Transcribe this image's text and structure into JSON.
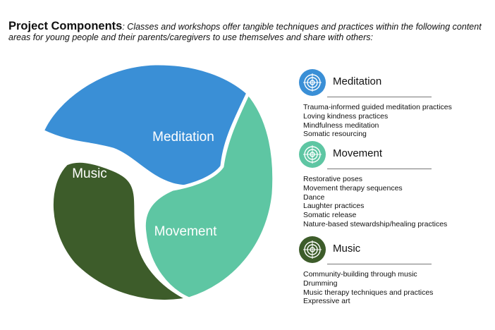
{
  "header": {
    "title": "Project Components",
    "description": ": Classes and workshops offer tangible techniques and practices within the following content areas for young people and their parents/caregivers to use themselves and share with others:"
  },
  "diagram": {
    "segments": [
      {
        "label": "Meditation",
        "color": "#3a8fd6"
      },
      {
        "label": "Movement",
        "color": "#5ec6a3"
      },
      {
        "label": "Music",
        "color": "#3d5c2a"
      }
    ]
  },
  "sections": [
    {
      "title": "Meditation",
      "color": "#3a8fd6",
      "icon": "target-icon",
      "items": [
        "Trauma-informed guided meditation practices",
        "Loving kindness practices",
        "Mindfulness meditation",
        "Somatic resourcing"
      ]
    },
    {
      "title": "Movement",
      "color": "#5ec6a3",
      "icon": "target-icon",
      "items": [
        "Restorative poses",
        "Movement therapy sequences",
        "Dance",
        "Laughter practices",
        "Somatic release",
        "Nature-based stewardship/healing practices"
      ]
    },
    {
      "title": "Music",
      "color": "#3d5c2a",
      "icon": "target-icon",
      "items": [
        "Community-building through music",
        "Drumming",
        "Music therapy techniques and practices",
        "Expressive art"
      ]
    }
  ]
}
